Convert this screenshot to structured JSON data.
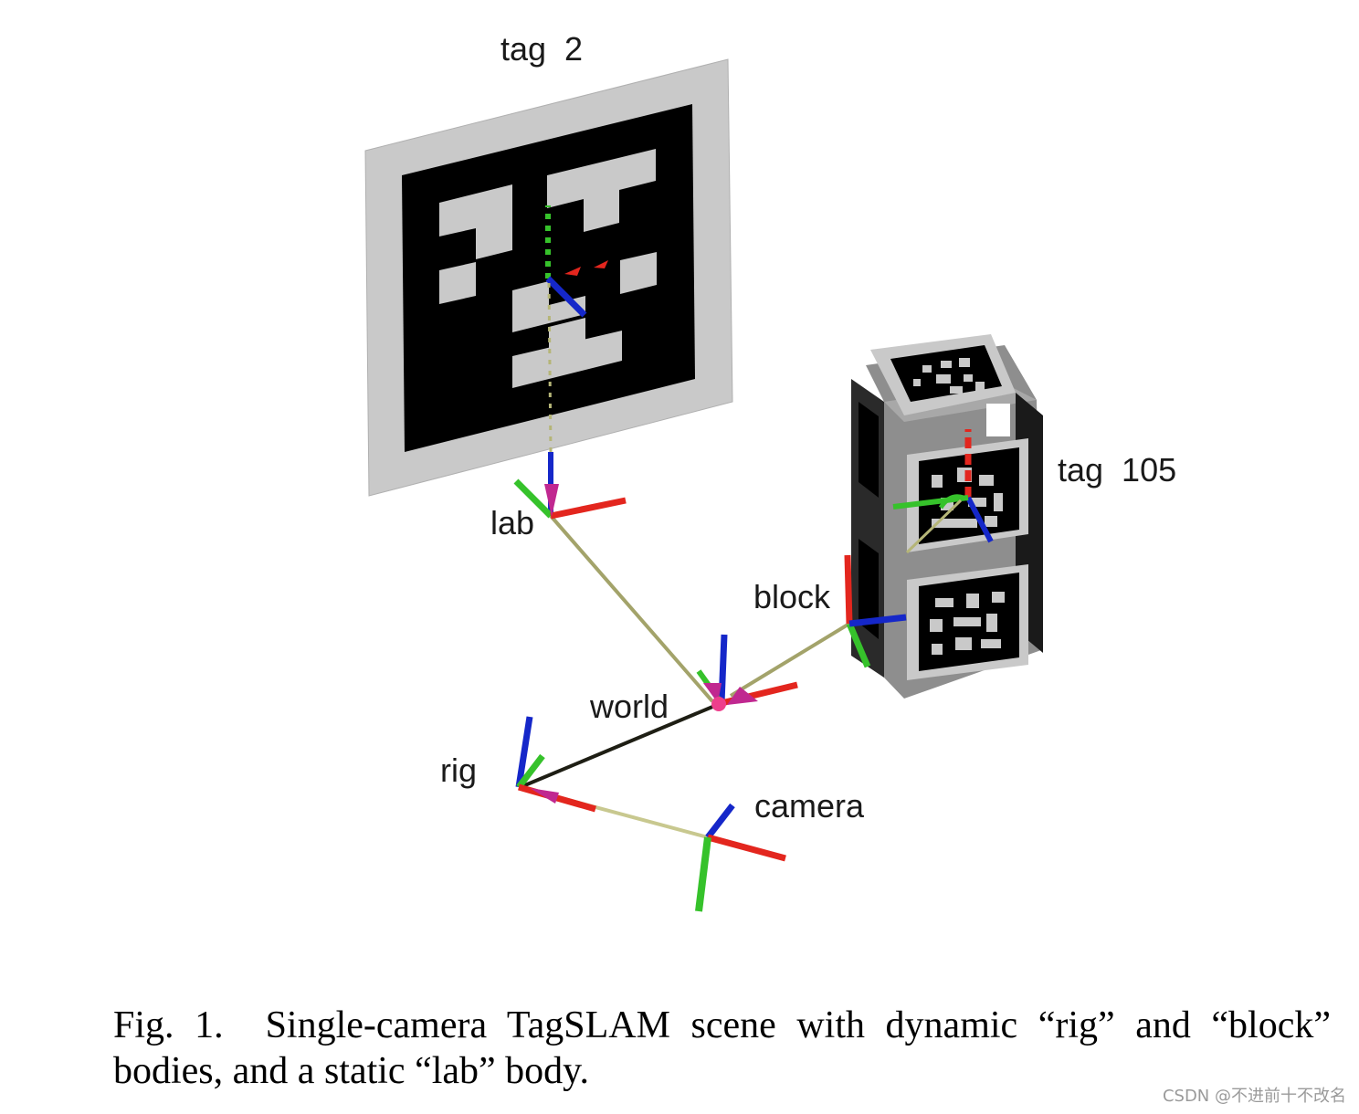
{
  "scene": {
    "labels": {
      "tag2": "tag  2",
      "tag105": "tag  105",
      "lab": "lab",
      "block": "block",
      "world": "world",
      "rig": "rig",
      "camera": "camera"
    },
    "axis_colors": {
      "x": "#e3261e",
      "y": "#36c22b",
      "z": "#1527c9"
    },
    "edge_color": "#b5b577",
    "marker_color": "#d0287c",
    "tag_border_color": "#c9c9c9"
  },
  "caption": {
    "fig_num": "Fig. 1.",
    "text": "Single-camera TagSLAM scene with dynamic “rig” and “block” bodies, and a static “lab” body."
  },
  "watermark": "CSDN @不进前十不改名"
}
